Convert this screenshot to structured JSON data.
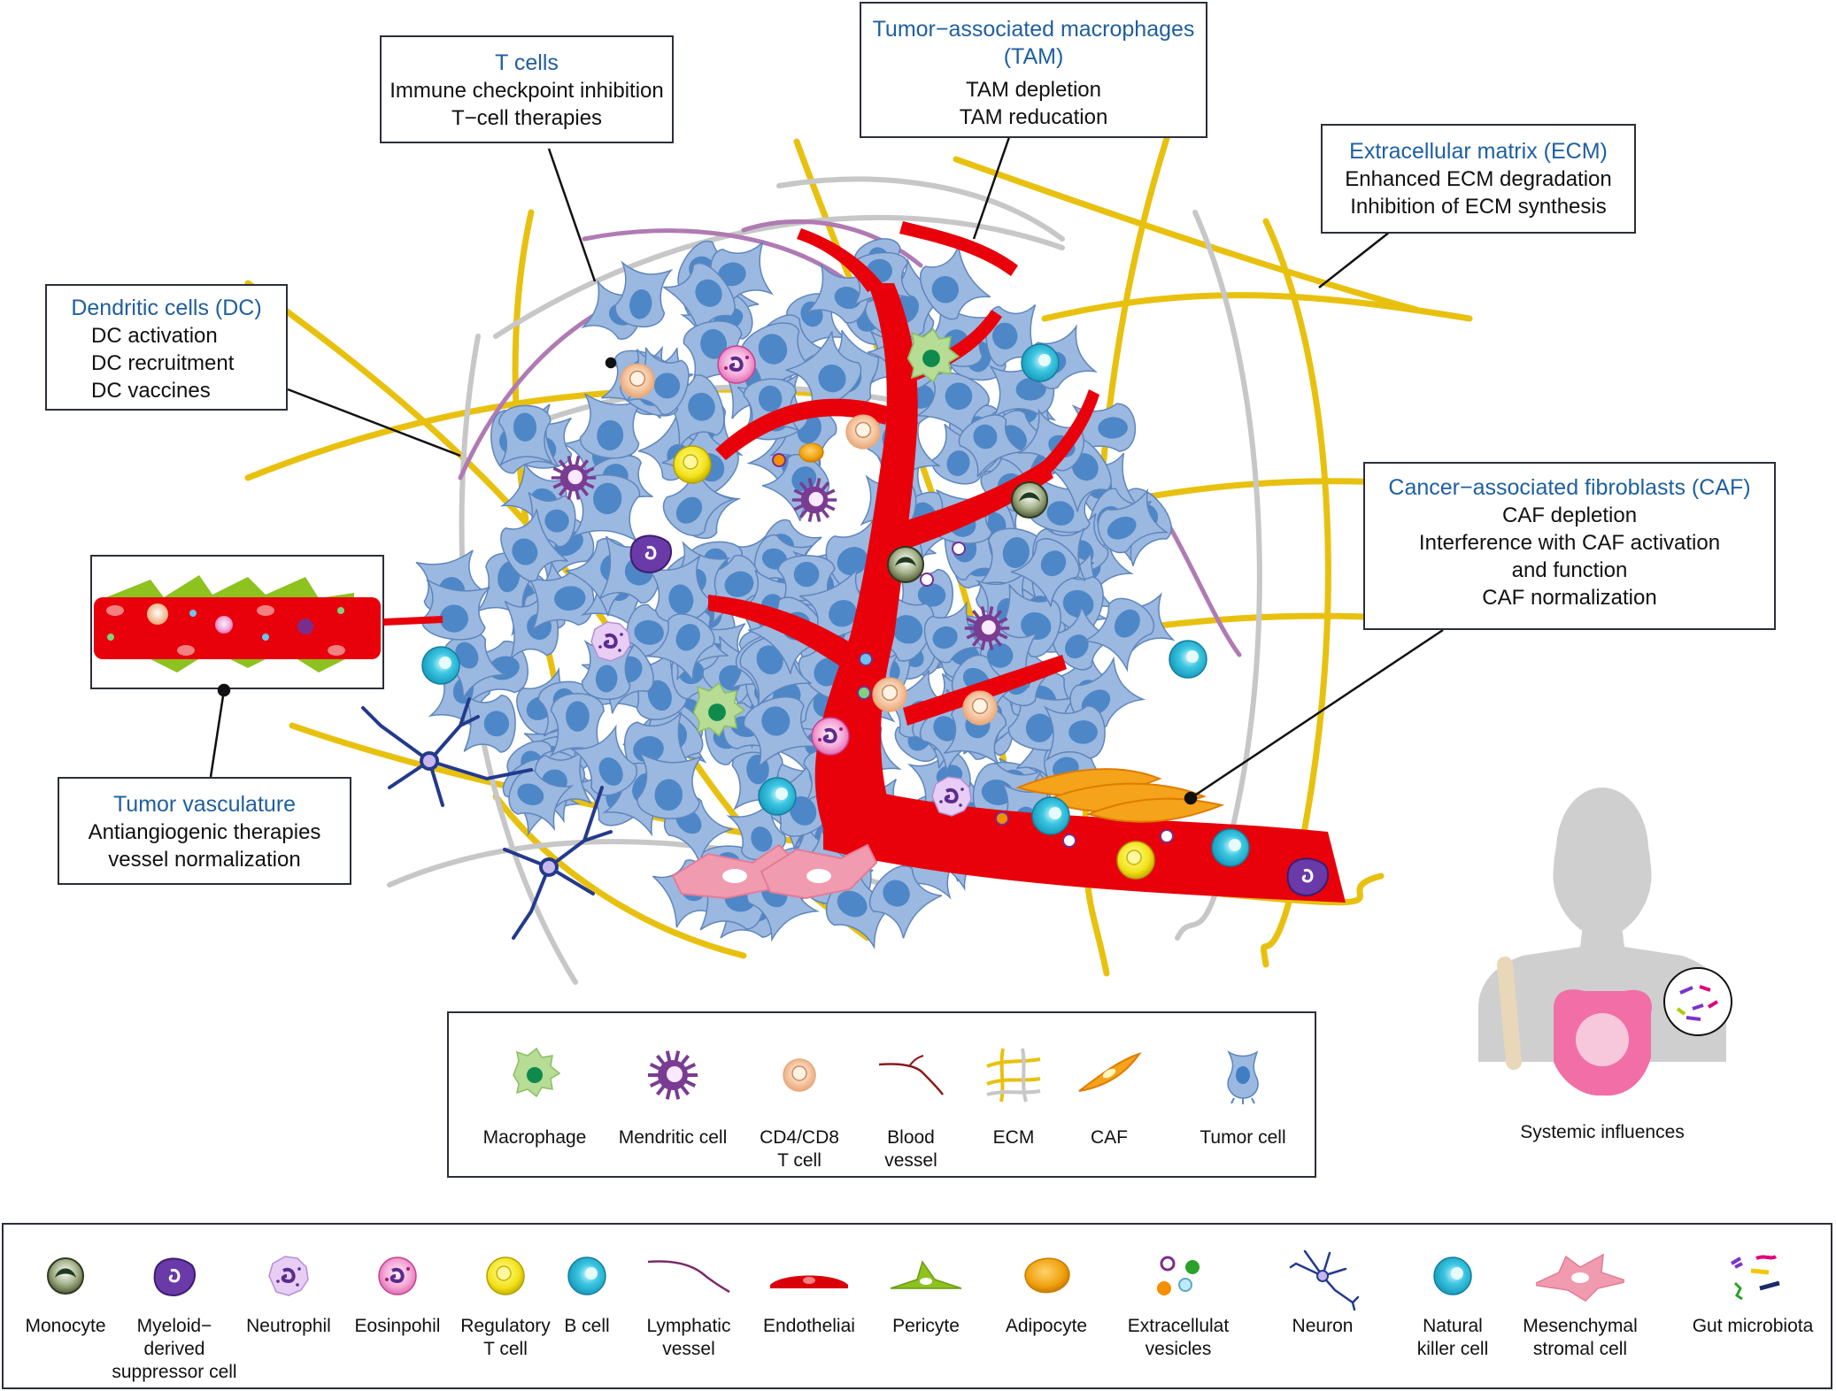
{
  "callouts": {
    "t_cells": {
      "title": "T cells",
      "lines": [
        "Immune checkpoint inhibition",
        "T−cell therapies"
      ]
    },
    "tam": {
      "title": "Tumor−associated macrophages\n(TAM)",
      "title1": "Tumor−associated macrophages",
      "title2": "(TAM)",
      "lines": [
        "TAM depletion",
        "TAM reducation"
      ]
    },
    "ecm": {
      "title": "Extracellular matrix (ECM)",
      "lines": [
        "Enhanced ECM degradation",
        "Inhibition of ECM synthesis"
      ]
    },
    "dc": {
      "title": "Dendritic cells (DC)",
      "lines": [
        "DC activation",
        "DC recruitment",
        "DC vaccines"
      ]
    },
    "caf": {
      "title": "Cancer−associated fibroblasts (CAF)",
      "lines": [
        "CAF depletion",
        "Interference with CAF activation",
        "and function",
        "CAF normalization"
      ]
    },
    "vasculature": {
      "title": "Tumor vasculature",
      "lines": [
        "Antiangiogenic therapies",
        "vessel normalization"
      ]
    }
  },
  "legend_main": [
    {
      "label": "Macrophage",
      "icon": "macrophage-icon"
    },
    {
      "label": "Mendritic cell",
      "icon": "dendritic-cell-icon"
    },
    {
      "label": "CD4/CD8\nT cell",
      "icon": "t-cell-icon"
    },
    {
      "label": "Blood\nvessel",
      "icon": "blood-vessel-icon"
    },
    {
      "label": "ECM",
      "icon": "ecm-icon"
    },
    {
      "label": "CAF",
      "icon": "caf-icon"
    },
    {
      "label": "Tumor cell",
      "icon": "tumor-cell-icon"
    }
  ],
  "legend_bottom": [
    {
      "label": "Monocyte",
      "icon": "monocyte-icon"
    },
    {
      "label": "Myeloid−\nderived\nsuppressor cell",
      "icon": "mdsc-icon"
    },
    {
      "label": "Neutrophil",
      "icon": "neutrophil-icon"
    },
    {
      "label": "Eosinpohil",
      "icon": "eosinophil-icon"
    },
    {
      "label": "Regulatory\nT cell",
      "icon": "regulatory-t-cell-icon"
    },
    {
      "label": "B cell",
      "icon": "b-cell-icon"
    },
    {
      "label": "Lymphatic\nvessel",
      "icon": "lymphatic-vessel-icon"
    },
    {
      "label": "Endotheliai",
      "icon": "endothelial-icon"
    },
    {
      "label": "Pericyte",
      "icon": "pericyte-icon"
    },
    {
      "label": "Adipocyte",
      "icon": "adipocyte-icon"
    },
    {
      "label": "Extracellulat\nvesicles",
      "icon": "extracellular-vesicles-icon"
    },
    {
      "label": "Neuron",
      "icon": "neuron-icon"
    },
    {
      "label": "Natural\nkiller cell",
      "icon": "nk-cell-icon"
    },
    {
      "label": "Mesenchymal\nstromal cell",
      "icon": "mesenchymal-stromal-cell-icon"
    },
    {
      "label": "Gut microbiota",
      "icon": "gut-microbiota-icon"
    }
  ],
  "systemic": {
    "label": "Systemic influences"
  },
  "colors": {
    "title_blue": "#1f5fa0",
    "tumor_cell": "#9bb8e0",
    "tumor_nucleus": "#3f7ec2",
    "vessel_red": "#e8000b",
    "ecm_yellow": "#e8c10f",
    "ecm_gray": "#c7c7c7",
    "lymph_purple": "#b07ab3",
    "border": "#2b2f3a"
  }
}
